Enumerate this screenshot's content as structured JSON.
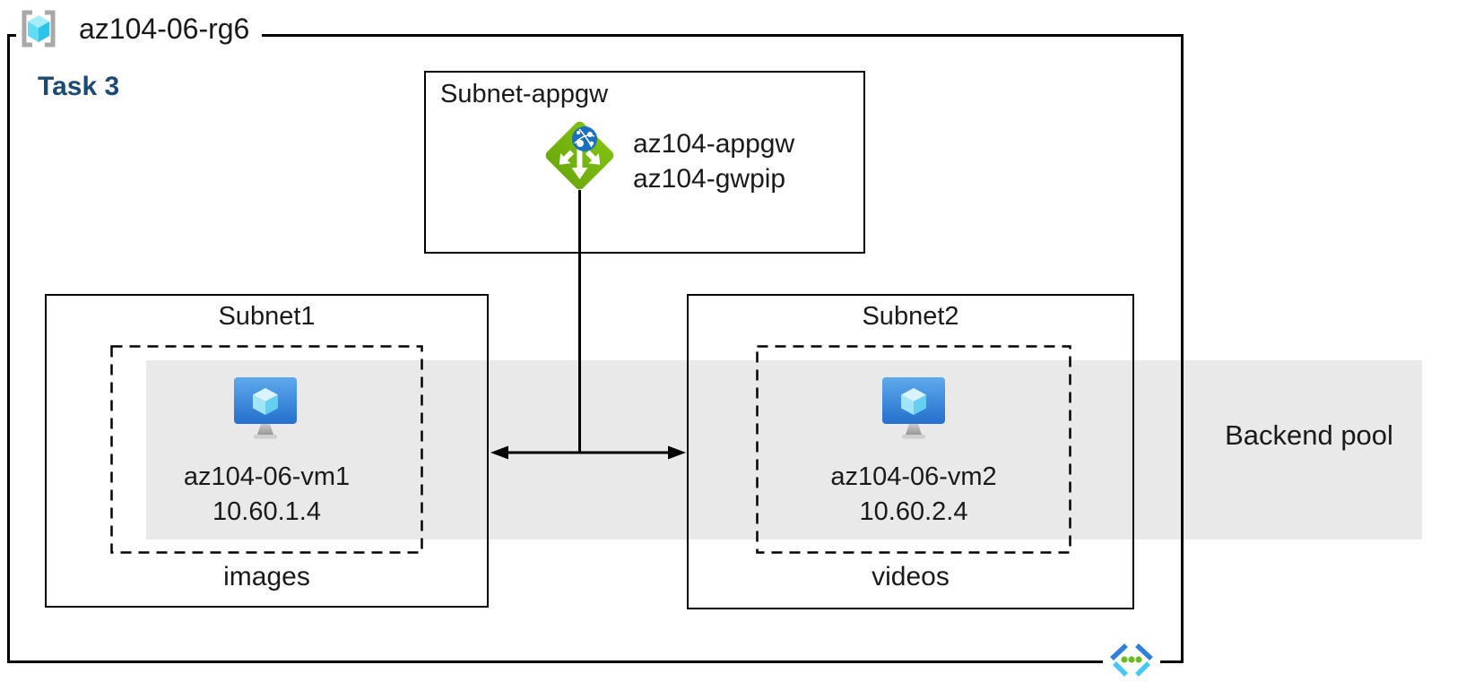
{
  "resource_group": {
    "name": "az104-06-rg6"
  },
  "task": {
    "label": "Task 3"
  },
  "appgw_subnet": {
    "label": "Subnet-appgw",
    "gateway_name": "az104-appgw",
    "public_ip_name": "az104-gwpip"
  },
  "subnet1": {
    "label": "Subnet1",
    "vm_name": "az104-06-vm1",
    "vm_ip": "10.60.1.4",
    "container_label": "images"
  },
  "subnet2": {
    "label": "Subnet2",
    "vm_name": "az104-06-vm2",
    "vm_ip": "10.60.2.4",
    "container_label": "videos"
  },
  "backend_pool": {
    "label": "Backend pool"
  },
  "icons": {
    "resource_group": "resource-group-brackets-cube-icon",
    "application_gateway": "app-gateway-green-diamond-arrows-globe-icon",
    "virtual_machine": "vm-monitor-cube-icon",
    "virtual_network": "vnet-angle-brackets-dots-icon"
  },
  "colors": {
    "task_label_blue": "#1b4a72",
    "backend_pool_band_gray": "#e9e9e9",
    "appgw_green": "#76b80e",
    "appgw_globe_blue": "#1a6fc0",
    "vm_screen_blue_top": "#5fa9ec",
    "vm_screen_blue_bottom": "#2470cc",
    "vm_cube_cyan": "#66cef0",
    "rg_bracket_gray": "#a8a8a8",
    "rg_cube_cyan": "#2cc3e9",
    "vnet_blue": "#2e80d9",
    "vnet_cyan": "#45c8f5",
    "vnet_dot_green": "#6abc20",
    "line_black": "#000000"
  }
}
